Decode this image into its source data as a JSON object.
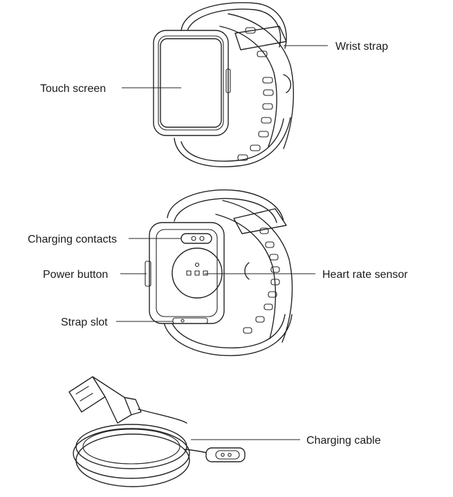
{
  "labels": {
    "wrist_strap": "Wrist strap",
    "touch_screen": "Touch screen",
    "charging_contacts": "Charging contacts",
    "power_button": "Power button",
    "heart_rate_sensor": "Heart rate sensor",
    "strap_slot": "Strap slot",
    "charging_cable": "Charging cable"
  }
}
